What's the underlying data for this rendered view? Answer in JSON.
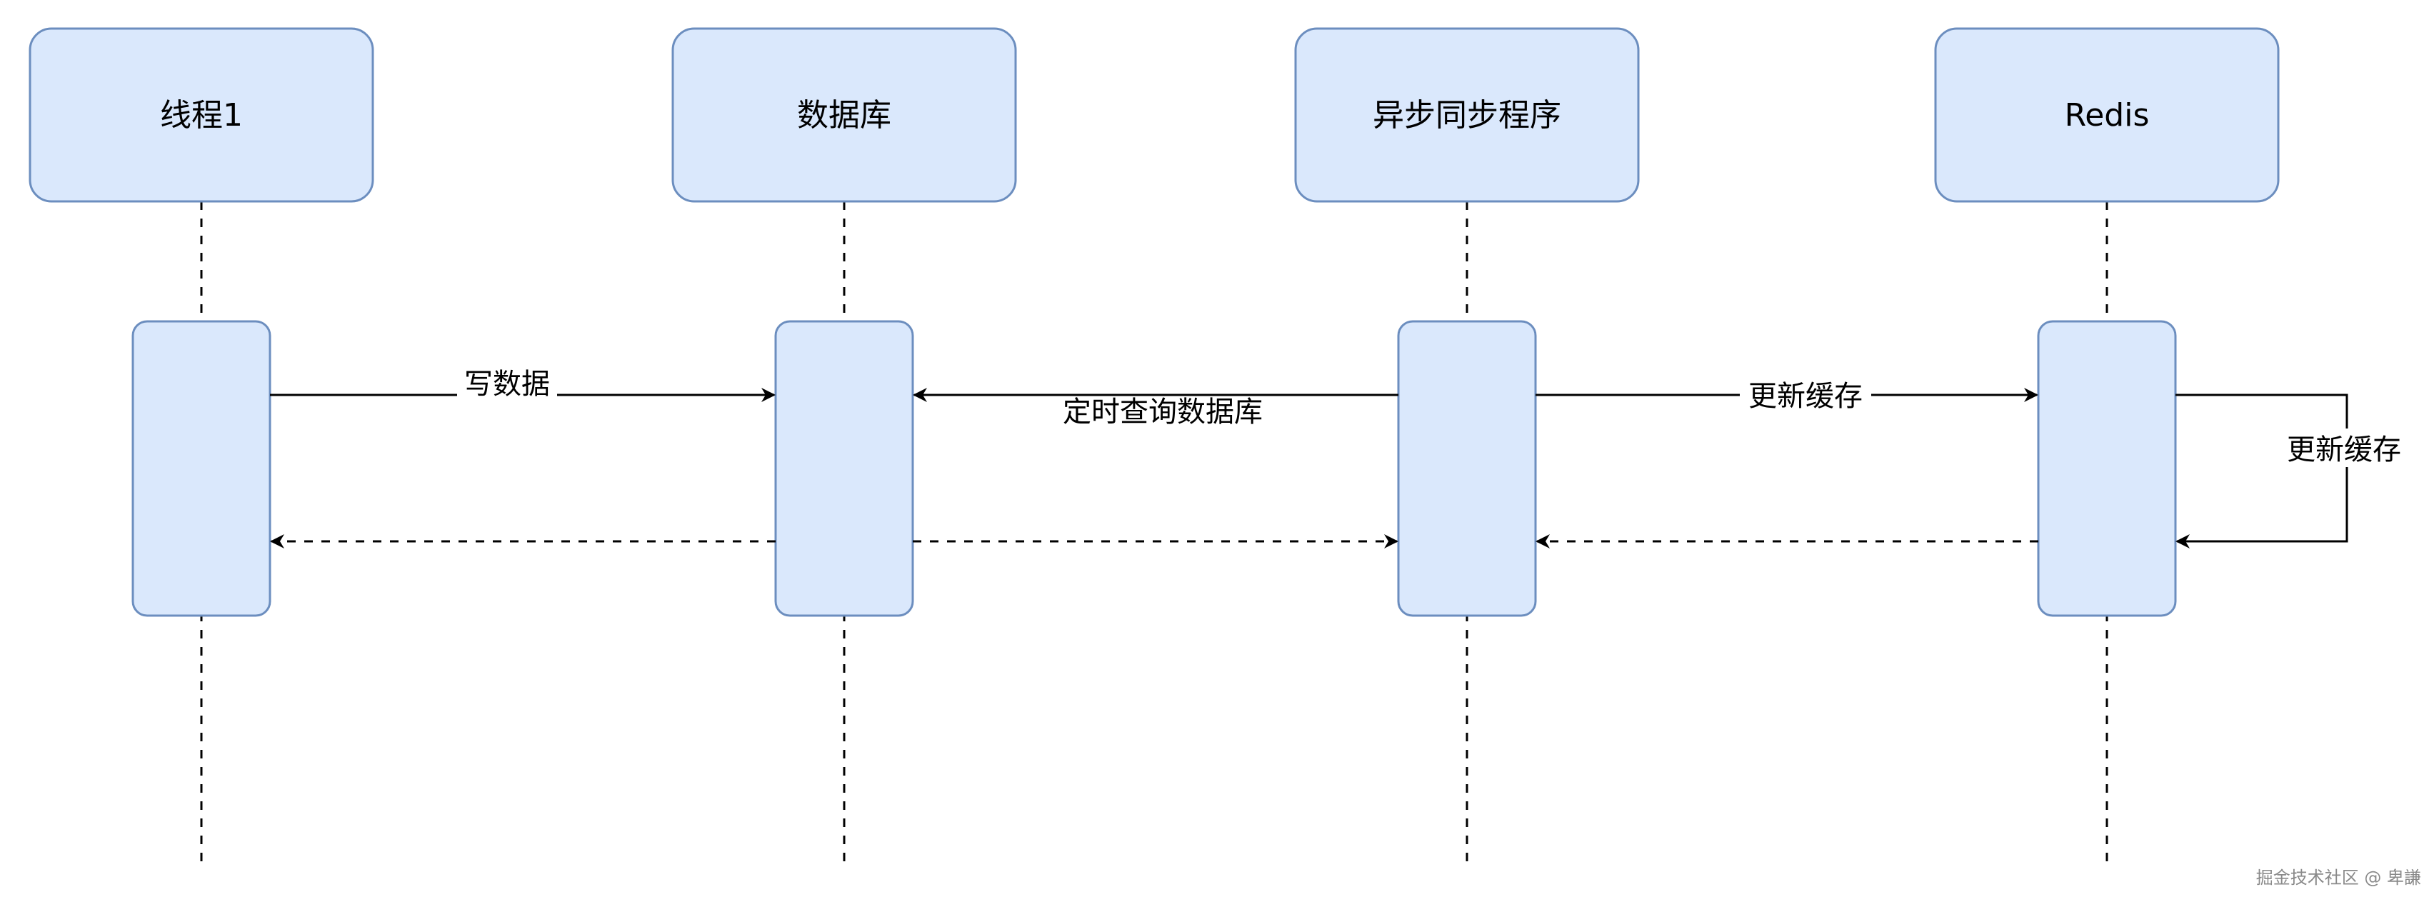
{
  "colors": {
    "box_fill": "#dae8fc",
    "box_stroke": "#6c8ebf",
    "line": "#000000"
  },
  "participants": [
    {
      "id": "thread1",
      "label": "线程1"
    },
    {
      "id": "database",
      "label": "数据库"
    },
    {
      "id": "async",
      "label": "异步同步程序"
    },
    {
      "id": "redis",
      "label": "Redis"
    }
  ],
  "messages": [
    {
      "id": "write",
      "from": "thread1",
      "to": "database",
      "label": "写数据",
      "style": "solid"
    },
    {
      "id": "poll",
      "from": "async",
      "to": "database",
      "label": "定时查询数据库",
      "style": "solid"
    },
    {
      "id": "update",
      "from": "async",
      "to": "redis",
      "label": "更新缓存",
      "style": "solid"
    },
    {
      "id": "self-update",
      "from": "redis",
      "to": "redis",
      "label": "更新缓存",
      "style": "solid"
    },
    {
      "id": "ret-db-thread",
      "from": "database",
      "to": "thread1",
      "label": "",
      "style": "dashed"
    },
    {
      "id": "ret-db-async",
      "from": "database",
      "to": "async",
      "label": "",
      "style": "dashed"
    },
    {
      "id": "ret-redis-async",
      "from": "redis",
      "to": "async",
      "label": "",
      "style": "dashed"
    }
  ],
  "watermark": "掘金技术社区 @ 卑謙"
}
